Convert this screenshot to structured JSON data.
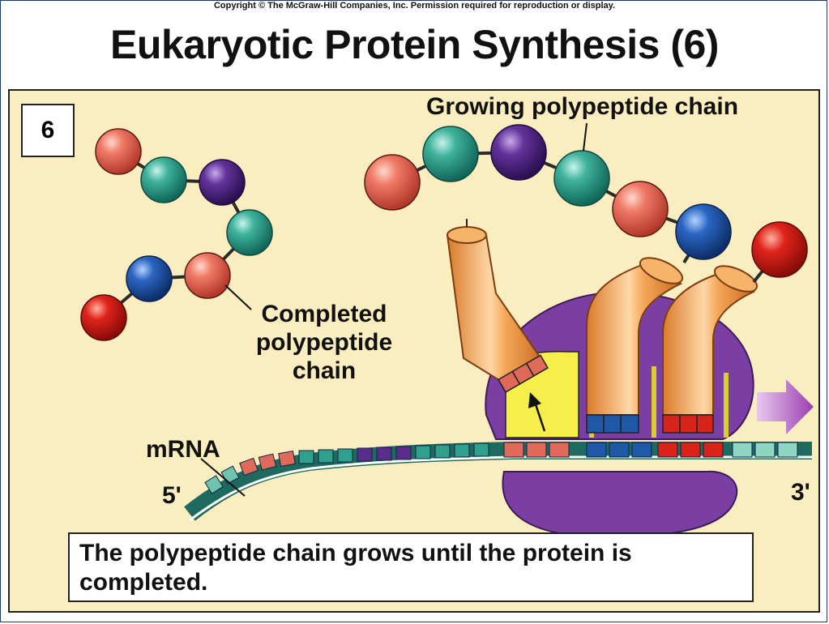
{
  "header": {
    "copyright": "Copyright © The McGraw-Hill Companies, Inc. Permission required for reproduction or display.",
    "title": "Eukaryotic Protein Synthesis (6)"
  },
  "figure": {
    "step_number": "6",
    "labels": {
      "growing_chain": "Growing polypeptide chain",
      "completed_chain": "Completed polypeptide chain",
      "mrna": "mRNA",
      "five_prime": "5'",
      "three_prime": "3'"
    },
    "caption": "The polypeptide chain grows until the protein is completed."
  },
  "colors": {
    "panel_bg": "#faeec0",
    "red_amino": "#e06a5a",
    "teal_amino": "#2fa08e",
    "purple_amino": "#5a2d8c",
    "blue_amino": "#2058a8",
    "ribosome": "#7b3ea2",
    "trna": "#f2a050"
  }
}
